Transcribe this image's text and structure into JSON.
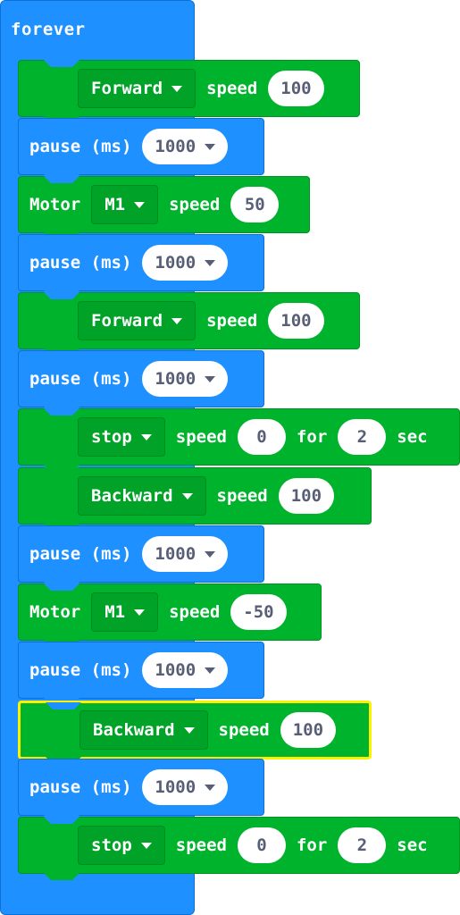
{
  "forever_label": "forever",
  "blocks": [
    {
      "kind": "move",
      "dir": "Forward",
      "speed_label": "speed",
      "speed": "100"
    },
    {
      "kind": "pause",
      "label": "pause (ms)",
      "value": "1000"
    },
    {
      "kind": "motor",
      "label": "Motor",
      "motor": "M1",
      "speed_label": "speed",
      "speed": "50"
    },
    {
      "kind": "pause",
      "label": "pause (ms)",
      "value": "1000"
    },
    {
      "kind": "move",
      "dir": "Forward",
      "speed_label": "speed",
      "speed": "100"
    },
    {
      "kind": "pause",
      "label": "pause (ms)",
      "value": "1000"
    },
    {
      "kind": "stop",
      "dir": "stop",
      "speed_label": "speed",
      "speed": "0",
      "for_label": "for",
      "for": "2",
      "unit": "sec"
    },
    {
      "kind": "move",
      "dir": "Backward",
      "speed_label": "speed",
      "speed": "100"
    },
    {
      "kind": "pause",
      "label": "pause (ms)",
      "value": "1000"
    },
    {
      "kind": "motor",
      "label": "Motor",
      "motor": "M1",
      "speed_label": "speed",
      "speed": "-50"
    },
    {
      "kind": "pause",
      "label": "pause (ms)",
      "value": "1000"
    },
    {
      "kind": "move",
      "dir": "Backward",
      "speed_label": "speed",
      "speed": "100",
      "selected": true
    },
    {
      "kind": "pause",
      "label": "pause (ms)",
      "value": "1000"
    },
    {
      "kind": "stop",
      "dir": "stop",
      "speed_label": "speed",
      "speed": "0",
      "for_label": "for",
      "for": "2",
      "unit": "sec"
    }
  ],
  "colors": {
    "forever": "#1e90ff",
    "motor": "#00b32c",
    "selected_outline": "#fff200"
  }
}
